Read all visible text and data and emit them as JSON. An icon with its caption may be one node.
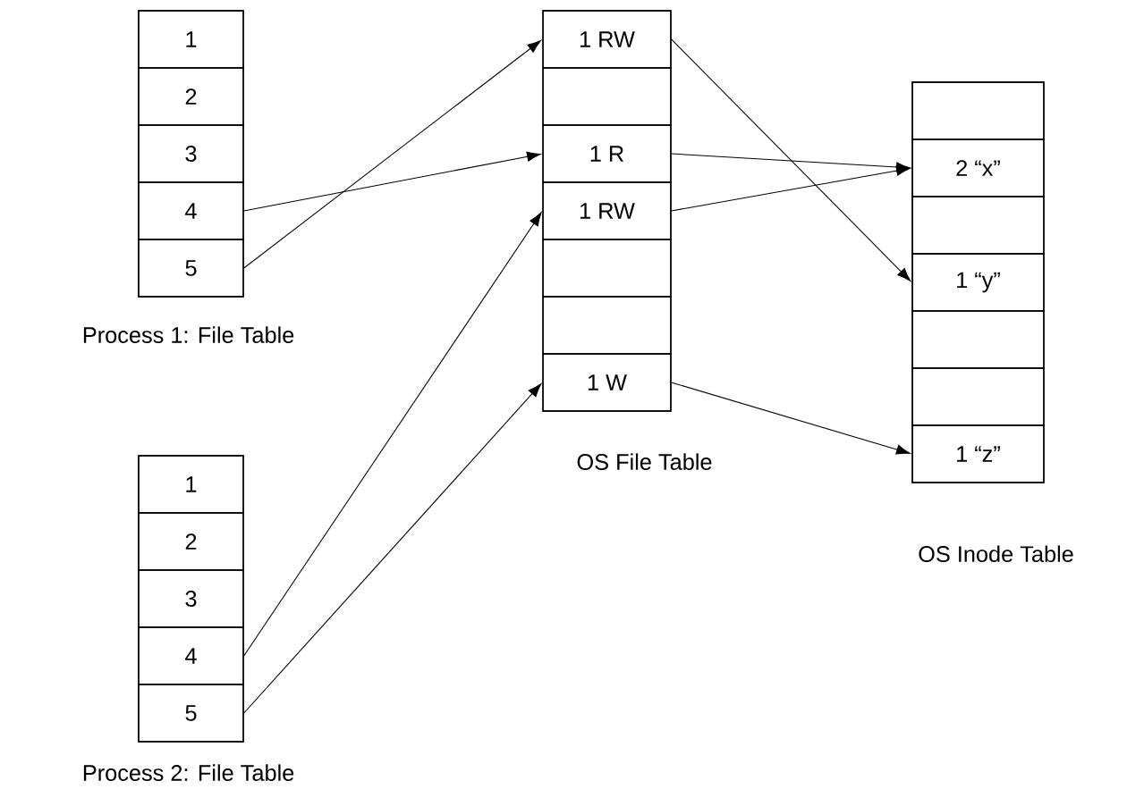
{
  "diagram": {
    "nodes": [
      {
        "text": [
          "Process 1: File Table"
        ]
      },
      {
        "text": [
          "1"
        ],
        "in": 0
      },
      {
        "text": [
          "2"
        ],
        "in": 0
      },
      {
        "text": [
          "3"
        ],
        "in": 0
      },
      {
        "text": [
          "4"
        ],
        "in": 0
      },
      {
        "text": [
          "5"
        ],
        "in": 0
      },
      {
        "text": [
          "OS File Table"
        ]
      },
      {
        "text": [
          "1 RW"
        ],
        "in": 6
      },
      {
        "text": [],
        "shape": "box",
        "in": 6
      },
      {
        "text": [
          "1 R"
        ],
        "in": 6
      },
      {
        "text": [
          "1 RW"
        ],
        "in": 6
      },
      {
        "text": [],
        "shape": "box",
        "in": 6
      },
      {
        "text": [],
        "shape": "box",
        "in": 6
      },
      {
        "text": [
          "1 W"
        ],
        "in": 6
      },
      {
        "text": [
          "OS Inode Table"
        ]
      },
      {
        "text": [],
        "shape": "box",
        "in": 14
      },
      {
        "text": [
          "2 “x”"
        ],
        "in": 14
      },
      {
        "text": [],
        "shape": "box",
        "in": 14
      },
      {
        "text": [
          "1 “y”"
        ],
        "in": 14
      },
      {
        "text": [],
        "shape": "box",
        "in": 14
      },
      {
        "text": [],
        "shape": "box",
        "in": 14
      },
      {
        "text": [
          "1 “z”"
        ],
        "in": 14
      },
      {
        "text": [
          "Process 2: File Table"
        ]
      },
      {
        "text": [
          "1"
        ],
        "in": 22
      },
      {
        "text": [
          "2"
        ],
        "in": 22
      },
      {
        "text": [
          "3"
        ],
        "in": 22
      },
      {
        "text": [
          "4"
        ],
        "in": 22
      },
      {
        "text": [
          "5"
        ],
        "in": 22
      }
    ],
    "edges": [
      {
        "from": 4,
        "to": 9,
        "arrow": "to"
      },
      {
        "from": 5,
        "to": 7,
        "arrow": "to"
      },
      {
        "from": 26,
        "to": 10,
        "arrow": "to"
      },
      {
        "from": 27,
        "to": 13,
        "arrow": "to"
      },
      {
        "from": 7,
        "to": 18,
        "arrow": "to"
      },
      {
        "from": 9,
        "to": 16,
        "arrow": "to"
      },
      {
        "from": 10,
        "to": 16,
        "arrow": "to"
      },
      {
        "from": 13,
        "to": 21,
        "arrow": "to"
      }
    ]
  }
}
